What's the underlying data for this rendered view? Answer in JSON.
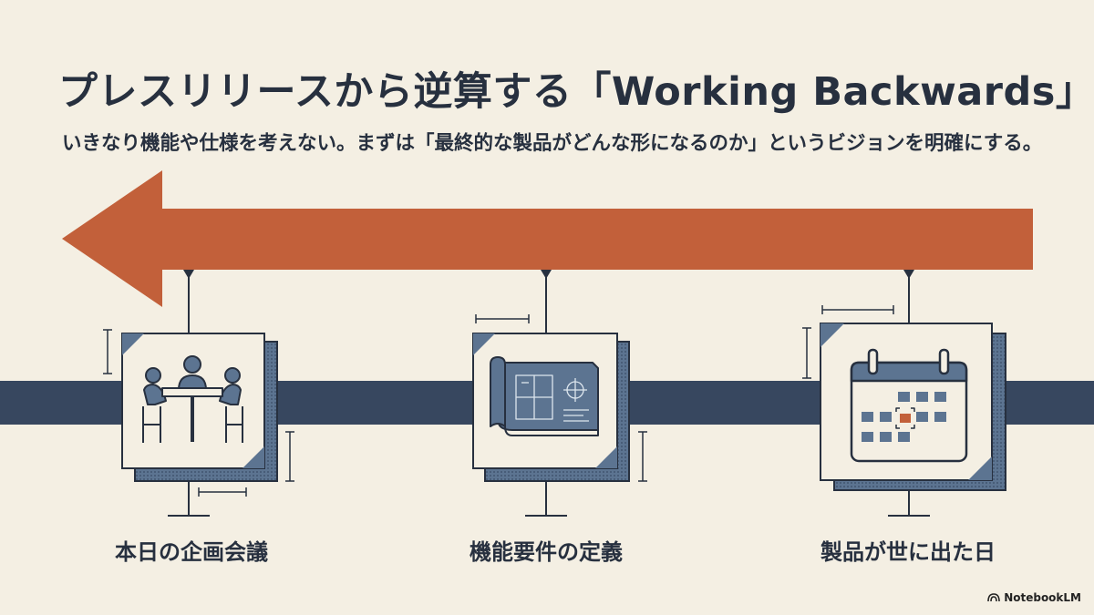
{
  "title": "プレスリリースから逆算する「Working Backwards」",
  "subtitle": "いきなり機能や仕様を考えない。まずは「最終的な製品がどんな形になるのか」というビジョンを明確にする。",
  "arrow": {
    "direction": "left",
    "color": "#c2603a"
  },
  "timeline": {
    "color": "#37475f"
  },
  "stages": [
    {
      "label": "本日の企画会議",
      "icon": "meeting-icon"
    },
    {
      "label": "機能要件の定義",
      "icon": "blueprint-icon"
    },
    {
      "label": "製品が世に出た日",
      "icon": "calendar-icon"
    }
  ],
  "brand": "NotebookLM",
  "colors": {
    "background": "#f4efe3",
    "navy": "#37475f",
    "slate": "#5c7491",
    "orange": "#c2603a",
    "text": "#27303f"
  }
}
